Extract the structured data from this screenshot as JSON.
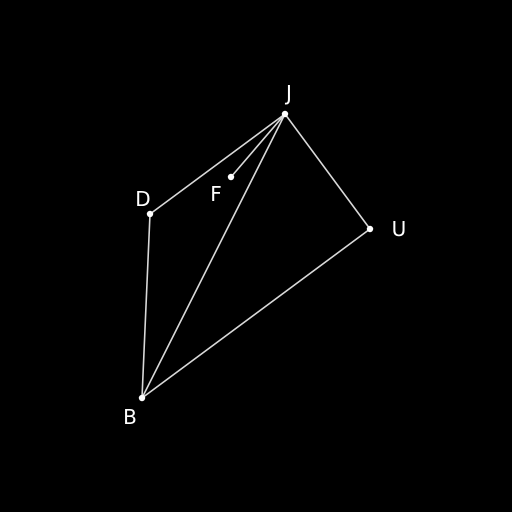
{
  "diagram": {
    "background_color": "#000000",
    "line_color": "#d9d9d9",
    "point_color": "#ffffff",
    "points": [
      {
        "id": "J",
        "label": "J"
      },
      {
        "id": "F",
        "label": "F"
      },
      {
        "id": "D",
        "label": "D"
      },
      {
        "id": "U",
        "label": "U"
      },
      {
        "id": "B",
        "label": "B"
      }
    ],
    "segments": [
      [
        "J",
        "D"
      ],
      [
        "J",
        "F"
      ],
      [
        "J",
        "B"
      ],
      [
        "J",
        "U"
      ],
      [
        "D",
        "B"
      ],
      [
        "B",
        "U"
      ]
    ]
  }
}
